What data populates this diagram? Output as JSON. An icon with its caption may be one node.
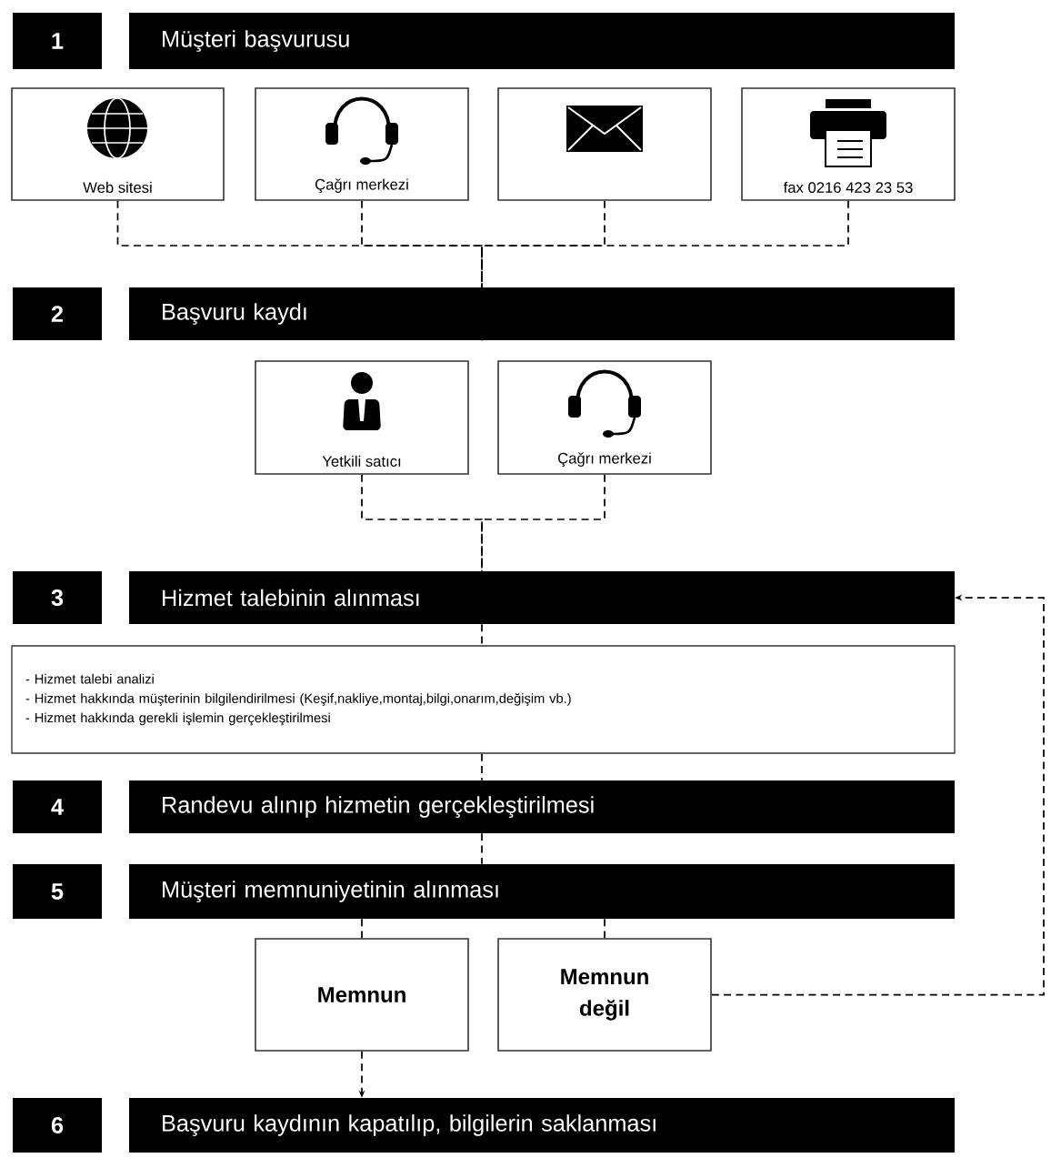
{
  "diagram": {
    "nodes": [
      {
        "text": [
          "1"
        ]
      },
      {
        "text": [
          "Müşteri başvurusu"
        ]
      },
      {
        "text": [
          "Web sitesi"
        ]
      },
      {
        "text": [
          "Çağrı merkezi"
        ]
      },
      {
        "text": [],
        "shape": "box"
      },
      {
        "text": [
          "fax 0216 423 23 53"
        ]
      },
      {
        "text": [
          "2"
        ]
      },
      {
        "text": [
          "Başvuru kaydı"
        ]
      },
      {
        "text": [
          "Yetkili satıcı"
        ]
      },
      {
        "text": [
          "Çağrı merkezi"
        ]
      },
      {
        "text": [
          "3"
        ]
      },
      {
        "text": [
          "Hizmet talebinin alınması"
        ]
      },
      {
        "text": [
          "- Hizmet talebi analizi",
          "- Hizmet hakkında müşterinin bilgilendirilmesi (Keşif,nakliye,montaj,bilgi,onarım,değişim vb.)",
          "- Hizmet hakkında gerekli işlemin gerçekleştirilmesi"
        ]
      },
      {
        "text": [
          "4"
        ]
      },
      {
        "text": [
          "Randevu alınıp hizmetin gerçekleştirilmesi"
        ]
      },
      {
        "text": [
          "5"
        ]
      },
      {
        "text": [
          "Müşteri memnuniyetinin alınması"
        ]
      },
      {
        "text": [
          "Memnun"
        ]
      },
      {
        "text": [
          "Memnun değil"
        ]
      },
      {
        "text": [
          "6"
        ]
      },
      {
        "text": [
          "Başvuru kaydının kapatılıp, bilgilerin saklanması"
        ]
      }
    ],
    "edges": [
      {
        "from": 2,
        "to": 7,
        "arrow": "none",
        "style": "dashed"
      },
      {
        "from": 3,
        "to": 7,
        "arrow": "none",
        "style": "dashed"
      },
      {
        "from": 4,
        "to": 7,
        "arrow": "none",
        "style": "dashed"
      },
      {
        "from": 5,
        "to": 7,
        "arrow": "none",
        "style": "dashed"
      },
      {
        "from": 8,
        "to": 11,
        "arrow": "none",
        "style": "dashed"
      },
      {
        "from": 9,
        "to": 11,
        "arrow": "none",
        "style": "dashed"
      },
      {
        "from": 11,
        "to": 12,
        "arrow": "none",
        "style": "dashed"
      },
      {
        "from": 12,
        "to": 14,
        "arrow": "none",
        "style": "dashed"
      },
      {
        "from": 14,
        "to": 16,
        "arrow": "none",
        "style": "dashed"
      },
      {
        "from": 16,
        "to": 17,
        "arrow": "none",
        "style": "dashed"
      },
      {
        "from": 16,
        "to": 18,
        "arrow": "none",
        "style": "dashed"
      },
      {
        "from": 17,
        "to": 20,
        "arrow": "to",
        "style": "dashed"
      },
      {
        "from": 18,
        "to": 11,
        "arrow": "to",
        "style": "dashed"
      }
    ]
  }
}
